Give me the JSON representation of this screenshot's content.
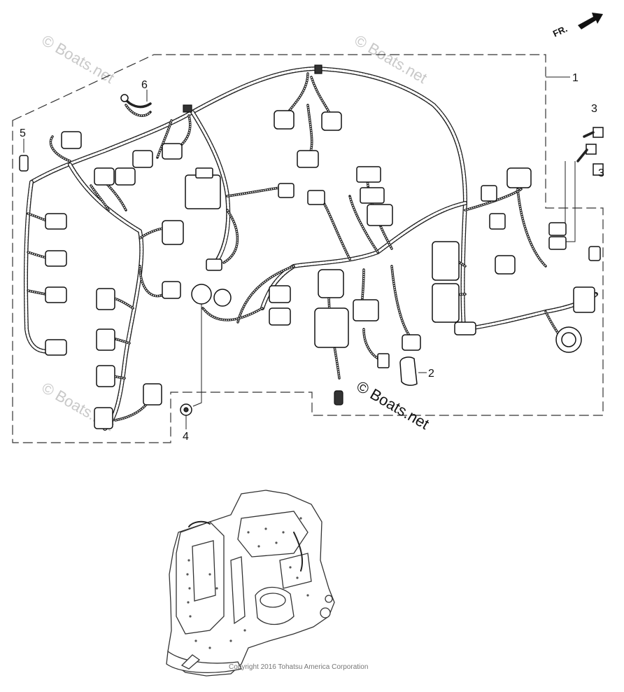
{
  "callouts": {
    "c1": "1",
    "c2": "2",
    "c3a": "3",
    "c3b": "3",
    "c4": "4",
    "c5": "5",
    "c6": "6"
  },
  "direction_label": "FR.",
  "watermark": {
    "main": "© Boats.net",
    "faint": "© Boats.net"
  },
  "copyright": "Copyright 2016 Tohatsu America Corporation",
  "icons": {
    "direction": "arrow-right-icon"
  }
}
